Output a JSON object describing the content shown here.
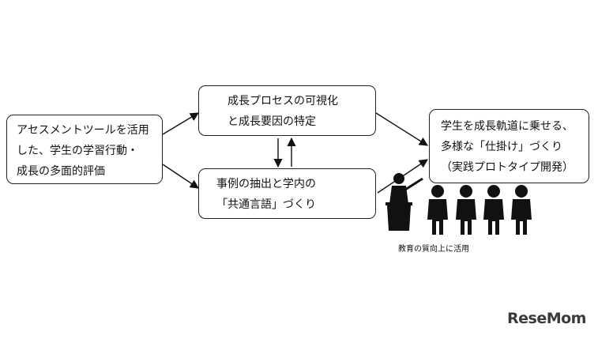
{
  "boxes": {
    "assessment": {
      "lines": [
        "アセスメントツールを活用",
        "した、学生の学習行動・",
        "成長の多面的評価"
      ]
    },
    "visualization": {
      "lines": [
        "成長プロセスの可視化",
        "と成長要因の特定"
      ]
    },
    "cases": {
      "lines": [
        "事例の抽出と学内の",
        "「共通言語」づくり"
      ]
    },
    "mechanism": {
      "lines": [
        "学生を成長軌道に乗せる、",
        "多様な「仕掛け」づくり",
        "（実践プロトタイプ開発）"
      ]
    }
  },
  "caption": "教育の質向上に活用",
  "watermark": "ReseMom"
}
